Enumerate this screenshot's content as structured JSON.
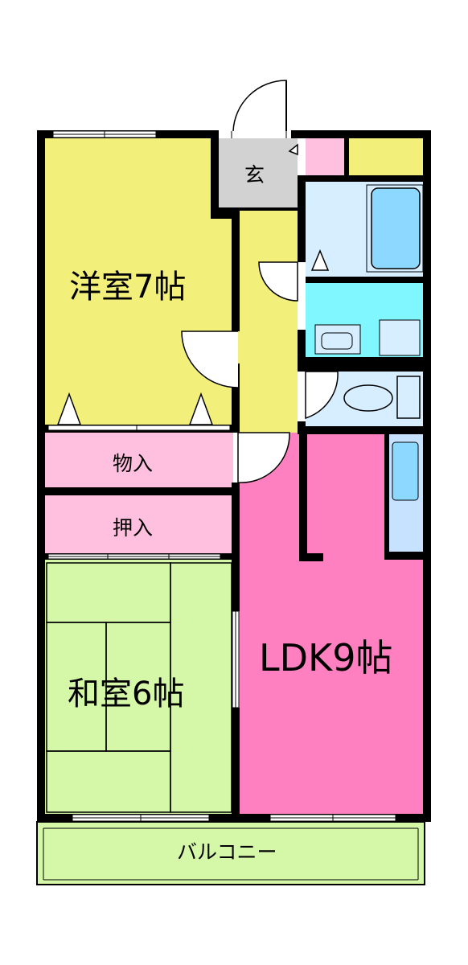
{
  "rooms": {
    "western": {
      "label": "洋室7帖"
    },
    "entrance": {
      "label": "玄"
    },
    "storage": {
      "label": "物入"
    },
    "closet": {
      "label": "押入"
    },
    "japanese": {
      "label": "和室6帖"
    },
    "ldk": {
      "label": "LDK9帖"
    },
    "balcony": {
      "label": "バルコニー"
    }
  },
  "colors": {
    "western": "#f2f07a",
    "hall": "#f2f07a",
    "entrance": "#d2d2d2",
    "storage": "#ffbfde",
    "ldk": "#ff80c0",
    "japanese": "#d4f7a8",
    "tatami": "#d4f7a8",
    "bath": "#d6eeff",
    "bathtub": "#8cd8ff",
    "washroom": "#80f6ff",
    "toilet": "#d6eeff",
    "kitchen_fridge": "#c6e2ff",
    "balcony": "#d4f7a8",
    "wall": "#000000",
    "pink_small": "#ffbfde",
    "yellow_small": "#f2f07a"
  }
}
